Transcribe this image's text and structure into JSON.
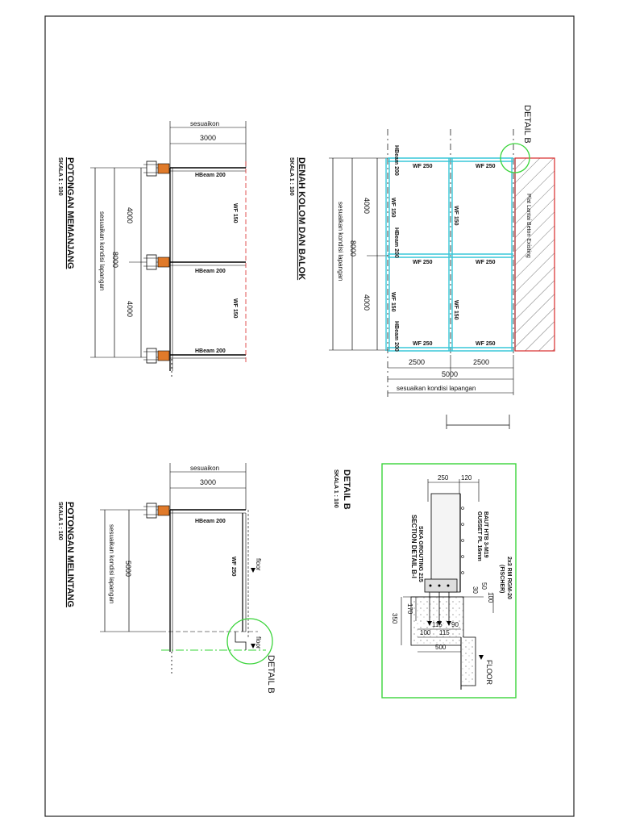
{
  "long_section": {
    "title": "POTONGAN MEMANJANG",
    "scale": "SKALA 1 : 100",
    "top_dim_1": "sesuaikon",
    "top_dim_2": "3000",
    "side_dim_a": "4000",
    "side_dim_b": "4000",
    "side_dim_total": "8000",
    "side_note": "sesuaikan kondisi lapangan",
    "beam_1": "HBeam 200",
    "beam_2": "HBeam 200",
    "beam_3": "HBeam 200",
    "col_1": "WF 150",
    "col_2": "WF 150"
  },
  "plan": {
    "title": "DENAH KOLOM DAN BALOK",
    "scale": "SKALA 1 : 100",
    "detail_label": "DETAIL B",
    "side_dim_a": "4000",
    "side_dim_b": "4000",
    "side_dim_total": "8000",
    "side_note": "sesuaikan kondisi lapangan",
    "wf_top_1": "WF 250",
    "wf_top_2": "WF 250",
    "wf_mid_1": "WF 250",
    "wf_mid_2": "WF 250",
    "wf_bot_1": "WF 250",
    "wf_bot_2": "WF 250",
    "col_left_a": "WF 150",
    "col_left_b": "WF 150",
    "col_mid_a": "WF 150",
    "col_mid_b": "WF 150",
    "hbeam_a": "HBeam 200",
    "hbeam_b": "HBeam 200",
    "hbeam_c": "HBeam 200",
    "hatch_label": "Plat Lantai Beton Existing",
    "bottom_dim_1": "2500",
    "bottom_dim_2": "2500",
    "bottom_dim_total": "5000",
    "bottom_note": "sesuaikan kondisi lapangan"
  },
  "cross_section": {
    "title": "POTONGAN MELINTANG",
    "scale": "SKALA 1 : 100",
    "top_dim_1": "sesuaikon",
    "top_dim_2": "3000",
    "side_dim": "5000",
    "side_note": "sesuaikan kondisi lapangan",
    "beam": "HBeam 200",
    "col": "WF 250",
    "floor_1": "floor",
    "floor_2": "floor",
    "detail_label": "DETAIL B"
  },
  "detail_b": {
    "title": "DETAIL B",
    "scale": "SKALA 1 : 100",
    "dim_250": "250",
    "dim_120": "120",
    "section_label": "SECTION DETAIL B-I",
    "bolt_label": "BAUT HTB 3-M19",
    "gusset_label": "GUSSET PL 16mm",
    "anchor_label": "2x3 RM RGM-20",
    "anchor_sub": "(FISCHER)",
    "grout_label": "SIKA GROUTING 215",
    "dim_50": "50",
    "dim_100": "100",
    "dim_30": "30",
    "dim_170": "170",
    "dim_350": "350",
    "dim_115a": "115",
    "dim_115b": "115",
    "dim_90": "90",
    "dim_100b": "100",
    "dim_500": "500",
    "floor_label": "FLOOR"
  },
  "colors": {
    "beam_cyan": "#39c7d8",
    "hatch_red": "#d92a2a",
    "detail_green": "#3ad43a",
    "dim_line": "#000000",
    "plate_orange": "#e07a2a"
  }
}
